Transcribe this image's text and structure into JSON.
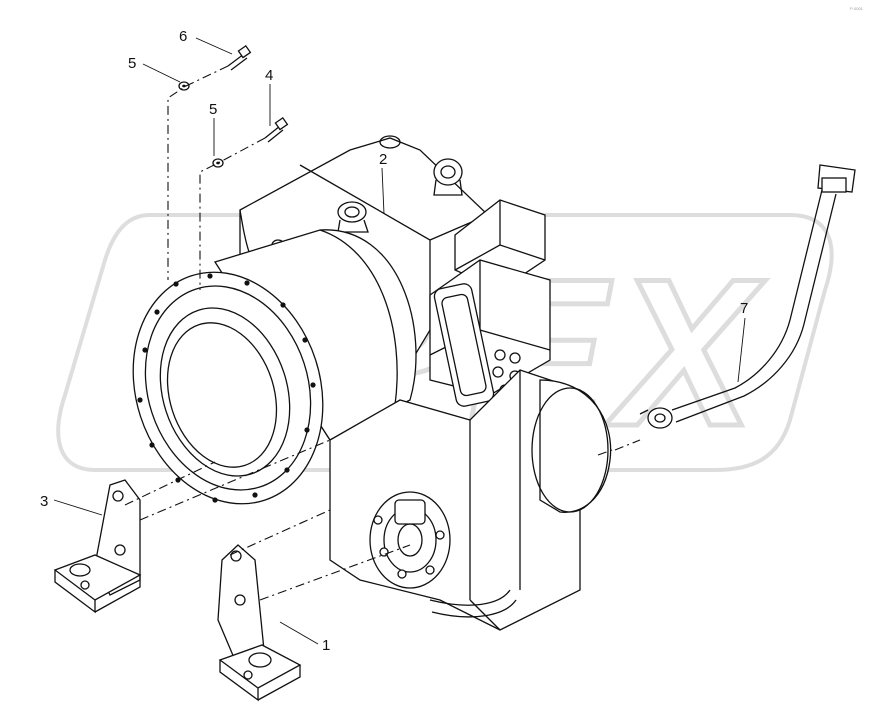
{
  "watermark": {
    "text": "OPEX"
  },
  "corner_mark": {
    "text": "P-0001"
  },
  "callouts": [
    {
      "id": "1",
      "label": "1"
    },
    {
      "id": "2",
      "label": "2"
    },
    {
      "id": "3",
      "label": "3"
    },
    {
      "id": "4",
      "label": "4"
    },
    {
      "id": "5a",
      "label": "5"
    },
    {
      "id": "5b",
      "label": "5"
    },
    {
      "id": "6",
      "label": "6"
    },
    {
      "id": "7",
      "label": "7"
    }
  ]
}
